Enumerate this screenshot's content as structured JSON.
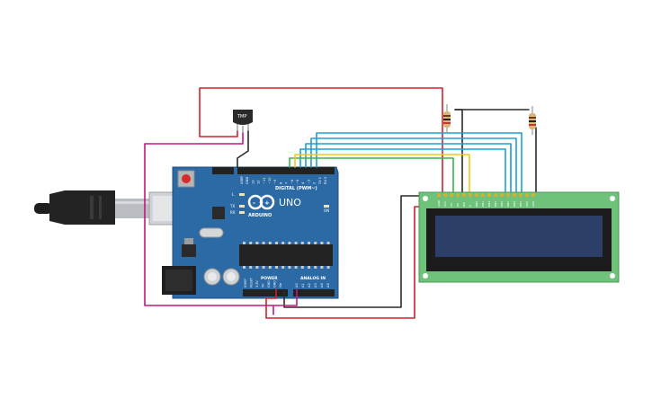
{
  "arduino": {
    "brand": "ARDUINO",
    "model": "UNO",
    "digital_label": "DIGITAL (PWM~)",
    "power_label": "POWER",
    "analog_label": "ANALOG IN",
    "led_l": "L",
    "led_tx": "TX",
    "led_rx": "RX",
    "led_on": "ON",
    "digital_pins": [
      "AREF",
      "GND",
      "13",
      "12",
      "~11",
      "~10",
      "~9",
      "8",
      "7",
      "~6",
      "~5",
      "4",
      "~3",
      "2",
      "TX 1",
      "RX 0"
    ],
    "power_pins": [
      "IOREF",
      "RESET",
      "3.3V",
      "5V",
      "GND",
      "GND",
      "Vin"
    ],
    "analog_pins": [
      "A0",
      "A1",
      "A2",
      "A3",
      "A4",
      "A5"
    ]
  },
  "sensor": {
    "label": "TMP"
  },
  "lcd": {
    "pin_labels": [
      "GND",
      "VCC",
      "V0",
      "RS",
      "RW",
      "E",
      "DB0",
      "DB1",
      "DB2",
      "DB3",
      "DB4",
      "DB5",
      "DB6",
      "DB7",
      "LED",
      "LED"
    ],
    "screen_color": "#2b3f68"
  },
  "colors": {
    "wire_red": "#d3202c",
    "wire_black": "#2a2a2a",
    "wire_blue": "#1e9fd6",
    "wire_green": "#39b54a",
    "wire_yellow": "#f2c811",
    "wire_magenta": "#c2187d",
    "board_blue": "#2c6aa6",
    "lcd_pcb": "#6fc27a"
  }
}
